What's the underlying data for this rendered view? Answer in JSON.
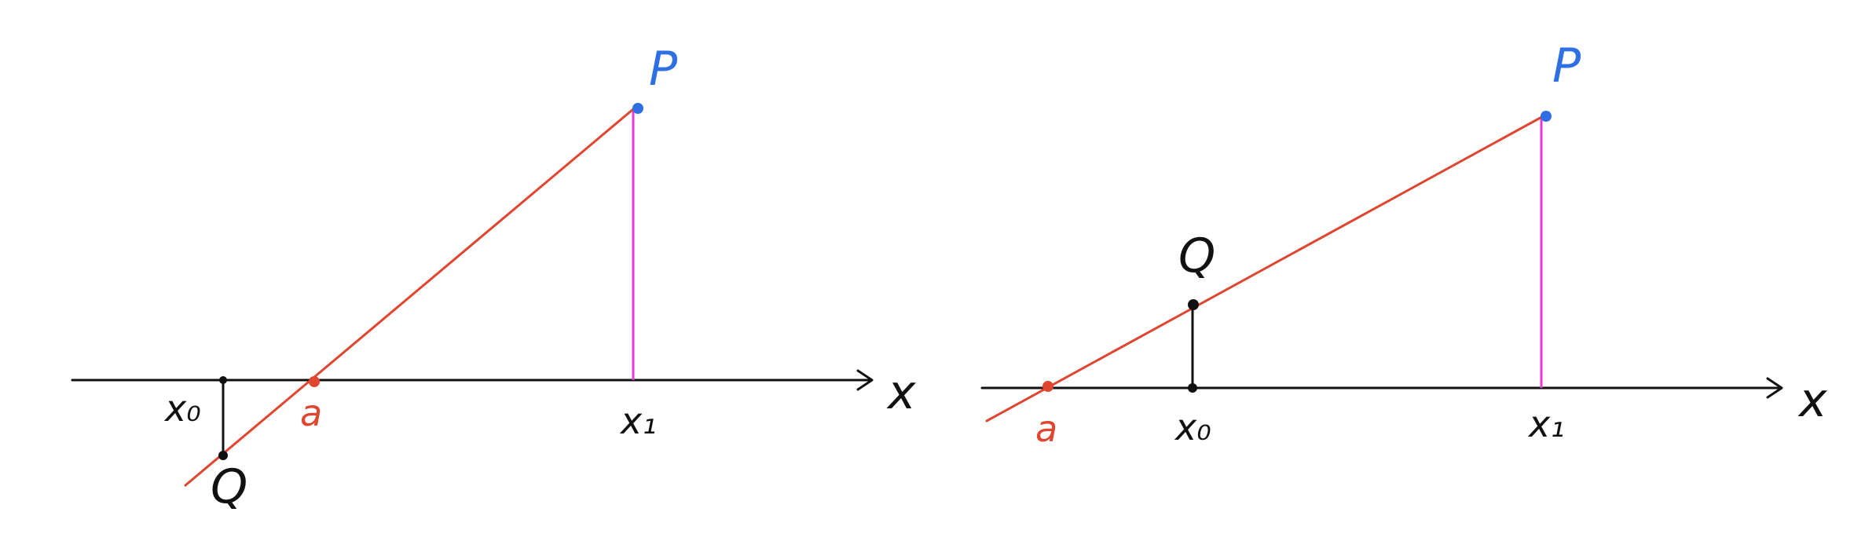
{
  "colors": {
    "axis": "#111111",
    "line": "#e0452f",
    "point_p": "#2f6fe4",
    "vertical": "#e83ad4",
    "black": "#111111",
    "label_a": "#e0452f"
  },
  "left_panel": {
    "axis_label": "x",
    "label_x0": "x₀",
    "label_x1": "x₁",
    "label_a": "a",
    "label_p": "P",
    "label_q": "Q"
  },
  "right_panel": {
    "axis_label": "x",
    "label_x0": "x₀",
    "label_x1": "x₁",
    "label_a": "a",
    "label_p": "P",
    "label_q": "Q"
  }
}
